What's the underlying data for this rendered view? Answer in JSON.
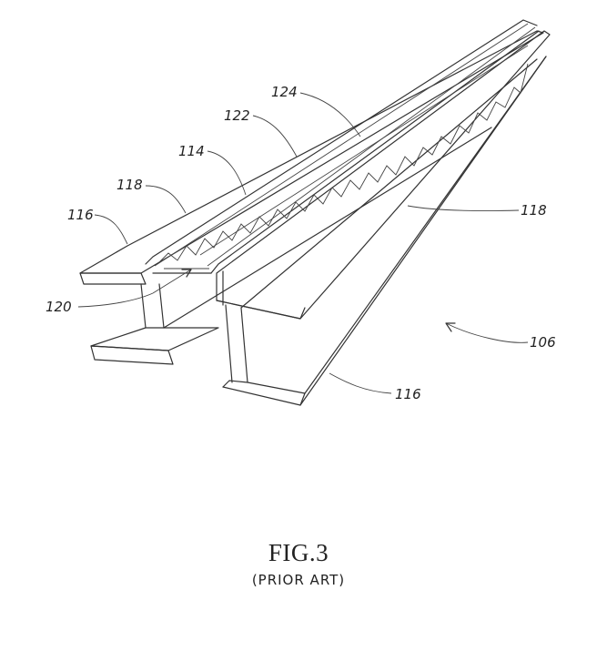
{
  "figure": {
    "title": "FIG.3",
    "subtitle": "(PRIOR ART)"
  },
  "labels": {
    "ref_116_left": "116",
    "ref_118_left": "118",
    "ref_114": "114",
    "ref_122": "122",
    "ref_124": "124",
    "ref_118_right": "118",
    "ref_120": "120",
    "ref_106": "106",
    "ref_116_bottom": "116"
  }
}
